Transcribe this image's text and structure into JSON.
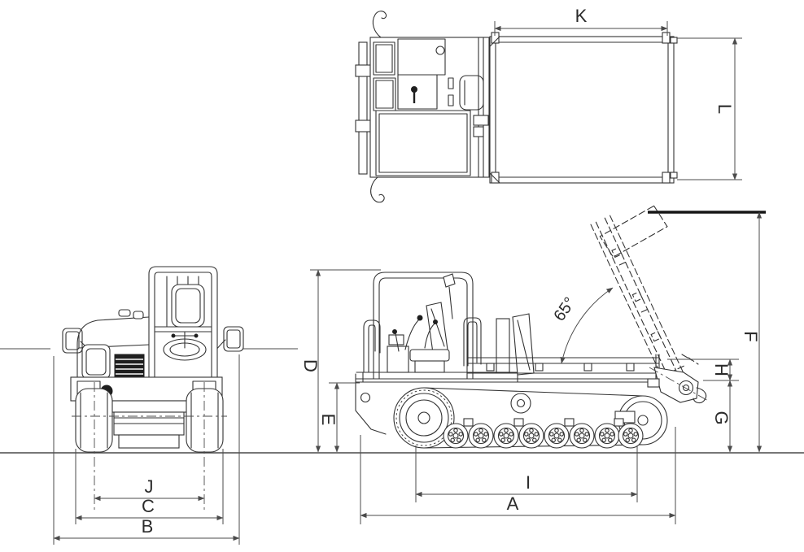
{
  "labels": {
    "A": "A",
    "B": "B",
    "C": "C",
    "D": "D",
    "E": "E",
    "F": "F",
    "G": "G",
    "H": "H",
    "I": "I",
    "J": "J",
    "K": "K",
    "L": "L",
    "dump_angle": "65°"
  },
  "colors": {
    "background": "#ffffff",
    "drawing_line": "#333333",
    "dimension_line": "#4b4b4b"
  }
}
